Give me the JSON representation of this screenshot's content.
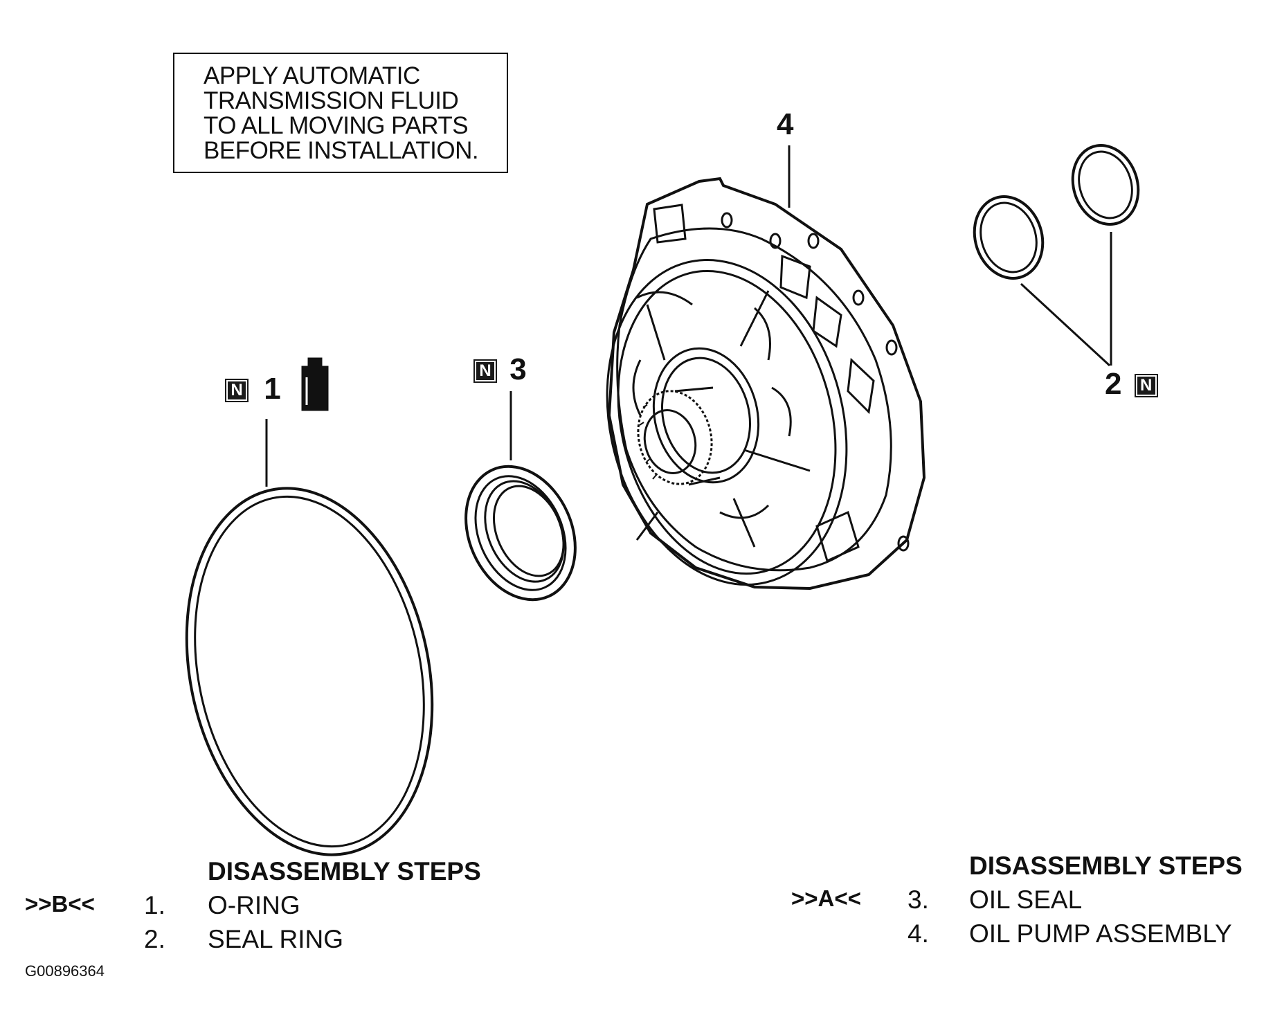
{
  "note": {
    "lines": [
      "APPLY AUTOMATIC",
      "TRANSMISSION FLUID",
      "TO ALL MOVING PARTS",
      "BEFORE INSTALLATION."
    ]
  },
  "callouts": {
    "part1": "1",
    "part2": "2",
    "part3": "3",
    "part4": "4",
    "new_part_badge": "N"
  },
  "steps_left": {
    "title": "DISASSEMBLY STEPS",
    "ref": ">>B<<",
    "items": [
      {
        "num": "1.",
        "label": "O-RING"
      },
      {
        "num": "2.",
        "label": "SEAL RING"
      }
    ]
  },
  "steps_right": {
    "title": "DISASSEMBLY STEPS",
    "ref": ">>A<<",
    "items": [
      {
        "num": "3.",
        "label": "OIL SEAL"
      },
      {
        "num": "4.",
        "label": "OIL PUMP ASSEMBLY"
      }
    ]
  },
  "figure_id": "G00896364",
  "icons": [
    "fluid-can-icon",
    "new-part-badge-icon"
  ]
}
